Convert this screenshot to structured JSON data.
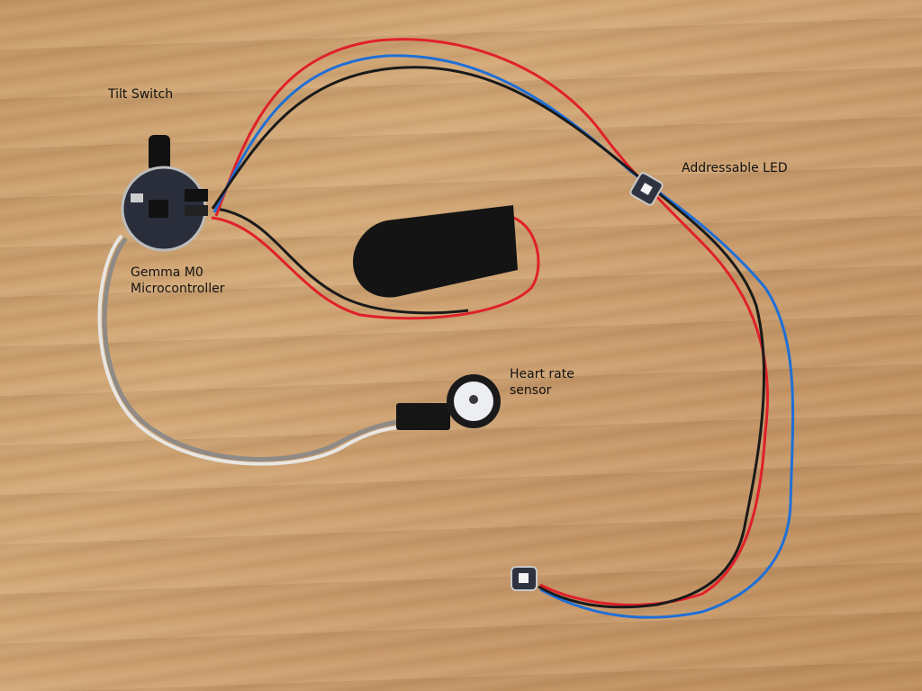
{
  "labels": {
    "tilt_switch": "Tilt Switch",
    "addressable_led": "Addressable LED",
    "gemma_line1": "Gemma M0",
    "gemma_line2": "Microcontroller",
    "heart_line1": "Heart rate",
    "heart_line2": "sensor"
  },
  "colors": {
    "wood": "#c99c6a",
    "wire_red": "#e0202a",
    "wire_blue": "#1f6fd6",
    "wire_black": "#1a1a1a",
    "wire_grey": "#8f8a85",
    "board": "#2a2d3a"
  }
}
